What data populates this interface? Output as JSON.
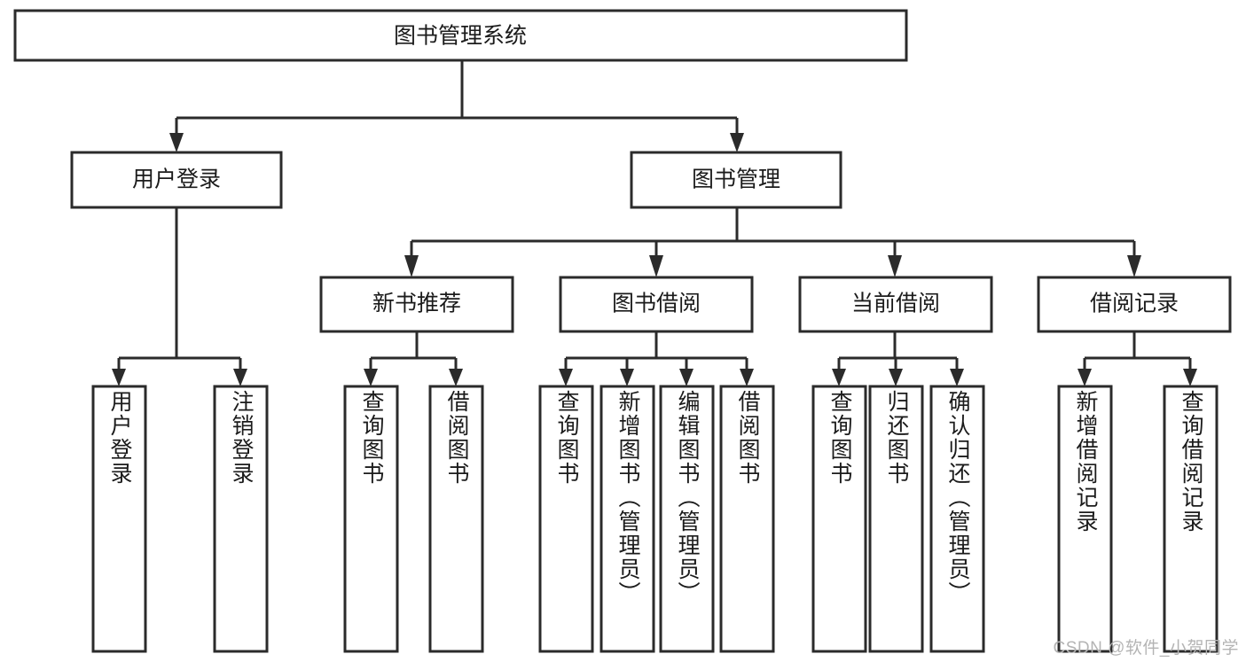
{
  "diagram": {
    "type": "tree-hierarchy-chart",
    "title": "图书管理系统",
    "orientation": "top-down",
    "colors": {
      "box_stroke": "#2b2b2b",
      "box_fill": "#ffffff",
      "text": "#1b1b1b",
      "watermark": "#b4b4b4",
      "background": "#ffffff"
    },
    "root": {
      "label": "图书管理系统"
    },
    "level2": [
      {
        "id": "user-login",
        "label": "用户登录"
      },
      {
        "id": "book-management",
        "label": "图书管理"
      }
    ],
    "level3": [
      {
        "id": "new-book-recommend",
        "label": "新书推荐",
        "parent": "book-management"
      },
      {
        "id": "book-borrow",
        "label": "图书借阅",
        "parent": "book-management"
      },
      {
        "id": "current-borrow",
        "label": "当前借阅",
        "parent": "book-management"
      },
      {
        "id": "borrow-record",
        "label": "借阅记录",
        "parent": "book-management"
      }
    ],
    "leaves": {
      "user-login": [
        {
          "id": "leaf-user-login",
          "label": "用户登录"
        },
        {
          "id": "leaf-logout-login",
          "label": "注销登录"
        }
      ],
      "new-book-recommend": [
        {
          "id": "leaf-query-book-1",
          "label": "查询图书"
        },
        {
          "id": "leaf-borrow-book-1",
          "label": "借阅图书"
        }
      ],
      "book-borrow": [
        {
          "id": "leaf-query-book-2",
          "label": "查询图书"
        },
        {
          "id": "leaf-add-book",
          "label": "新增图书（管理员）"
        },
        {
          "id": "leaf-edit-book",
          "label": "编辑图书（管理员）"
        },
        {
          "id": "leaf-borrow-book-2",
          "label": "借阅图书"
        }
      ],
      "current-borrow": [
        {
          "id": "leaf-query-book-3",
          "label": "查询图书"
        },
        {
          "id": "leaf-return-book",
          "label": "归还图书"
        },
        {
          "id": "leaf-confirm-return",
          "label": "确认归还（管理员）"
        }
      ],
      "borrow-record": [
        {
          "id": "leaf-add-record",
          "label": "新增借阅记录"
        },
        {
          "id": "leaf-query-record",
          "label": "查询借阅记录"
        }
      ]
    }
  },
  "watermark": {
    "text": "CSDN @软件_小贺同学"
  }
}
